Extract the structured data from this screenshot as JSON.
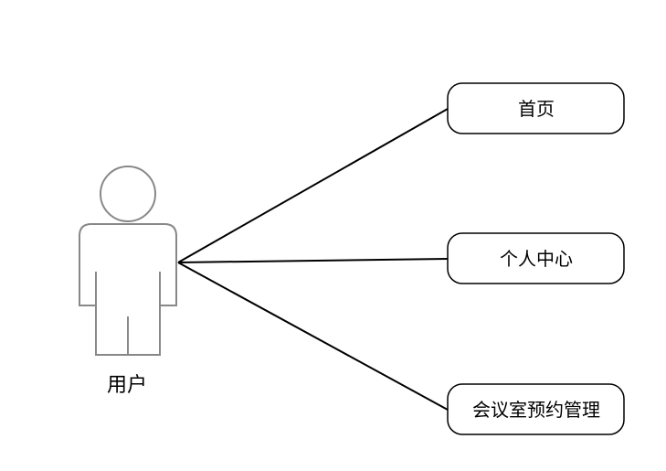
{
  "actor": {
    "label": "用户",
    "icon": "person-icon"
  },
  "use_cases": [
    {
      "label": "首页"
    },
    {
      "label": "个人中心"
    },
    {
      "label": "会议室预约管理"
    }
  ],
  "colors": {
    "line": "#000000",
    "box_fill": "#ffffff",
    "actor_outline": "#888888"
  }
}
